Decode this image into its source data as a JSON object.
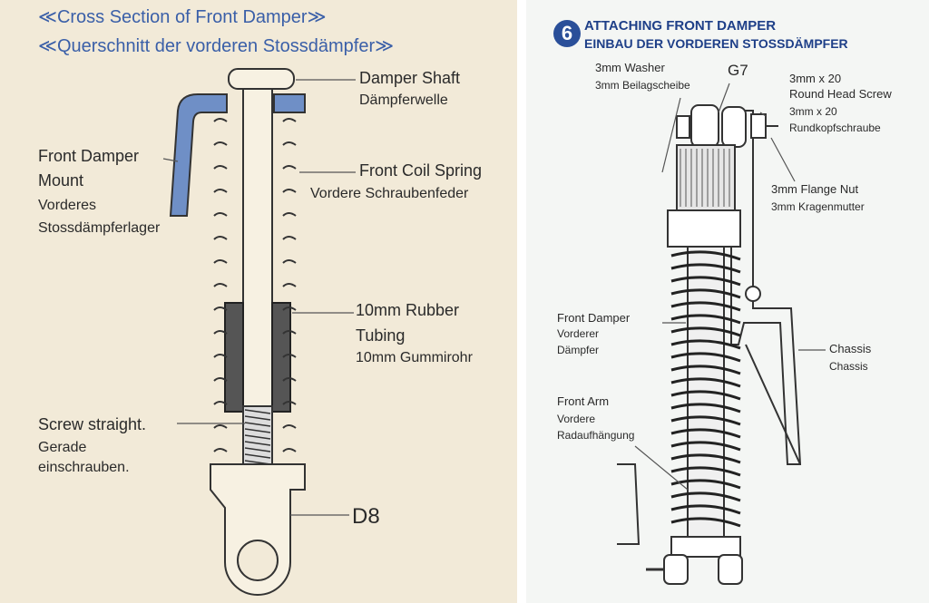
{
  "left": {
    "title_en": "≪Cross Section of Front Damper≫",
    "title_de": "≪Querschnitt der vorderen Stossdämpfer≫",
    "damper_shaft": "Damper Shaft",
    "damper_shaft_de": "Dämpferwelle",
    "mount_line1": "Front Damper",
    "mount_line2": "Mount",
    "mount_de1": "Vorderes",
    "mount_de2": "Stossdämpferlager",
    "coil": "Front Coil Spring",
    "coil_de": "Vordere Schraubenfeder",
    "rubber1": "10mm Rubber",
    "rubber2": "Tubing",
    "rubber_de": "10mm Gummirohr",
    "screw": "Screw straight.",
    "screw_de1": "Gerade",
    "screw_de2": "einschrauben.",
    "part_code": "D8"
  },
  "right": {
    "step_number": "6",
    "title_en": "ATTACHING FRONT DAMPER",
    "title_de": "EINBAU DER VORDEREN STOSSDÄMPFER",
    "washer": "3mm Washer",
    "washer_de": "3mm Beilagscheibe",
    "part_code": "G7",
    "screw1": "3mm x 20",
    "screw2": "Round Head Screw",
    "screw_de1": "3mm x 20",
    "screw_de2": "Rundkopfschraube",
    "nut": "3mm Flange Nut",
    "nut_de": "3mm Kragenmutter",
    "damper": "Front Damper",
    "damper_de1": "Vorderer",
    "damper_de2": "Dämpfer",
    "chassis": "Chassis",
    "chassis_de": "Chassis",
    "arm": "Front Arm",
    "arm_de1": "Vordere",
    "arm_de2": "Radaufhängung"
  },
  "colors": {
    "accent_blue": "#3a5fa8",
    "mount_blue": "#6f8fc6",
    "step_blue": "#2a4f99"
  }
}
